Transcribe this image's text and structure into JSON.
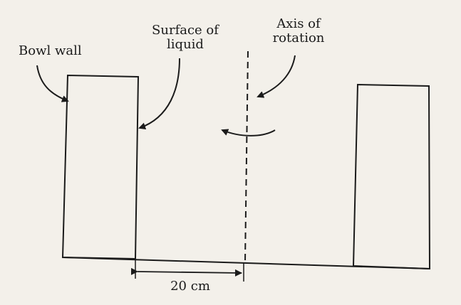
{
  "labels": {
    "bowl_wall": "Bowl wall",
    "surface_line1": "Surface of",
    "surface_line2": "liquid",
    "axis_line1": "Axis of",
    "axis_line2": "rotation",
    "dimension": "20 cm"
  },
  "colors": {
    "ink": "#1b1b1b",
    "paper": "#f3f0ea"
  }
}
